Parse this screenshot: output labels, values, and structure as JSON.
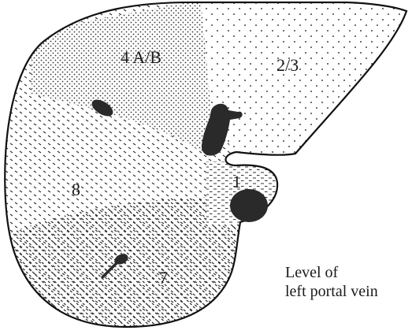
{
  "segments": {
    "seg_4ab": "4 A/B",
    "seg_23": "2/3",
    "seg_8": "8",
    "seg_1": "1",
    "seg_7": "7"
  },
  "caption": {
    "line1": "Level of",
    "line2": "left portal vein"
  },
  "colors": {
    "outline": "#111111",
    "vessel": "#2a2a2a",
    "stipple": "#333333",
    "background": "#ffffff"
  }
}
